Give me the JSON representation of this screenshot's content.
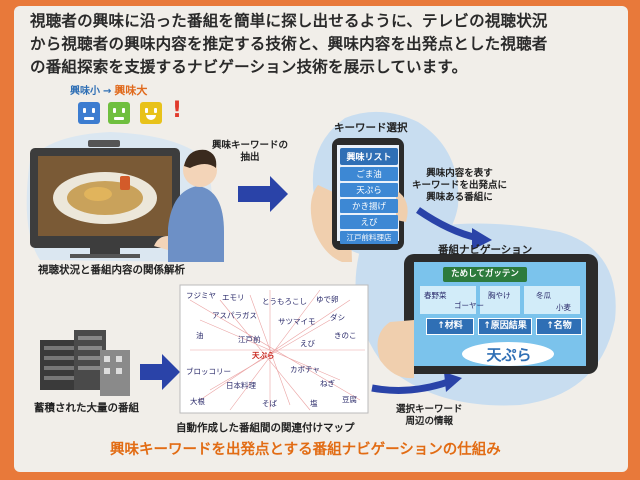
{
  "headline": {
    "line1": "視聴者の興味に沿った番組を簡単に探し出せるように、テレビの視聴状況",
    "line2": "から視聴者の興味内容を推定する技術と、興味内容を出発点とした視聴者",
    "line3": "の番組探索を支援するナビゲーション技術を展示しています。"
  },
  "interest_scale": {
    "low": "興味小",
    "arrow": "→",
    "high": "興味大",
    "exclaim": "!"
  },
  "labels": {
    "extract": "興味キーワードの\n抽出",
    "keyword_select": "キーワード選択",
    "show_keywords": "興味内容を表す\nキーワードを出発点に\n興味ある番組に",
    "program_nav": "番組ナビゲーション",
    "relation_analysis": "視聴状況と番組内容の関係解析",
    "stored_programs": "蓄積された大量の番組",
    "auto_map": "自動作成した番組間の関連付けマップ",
    "selected_kw_info": "選択キーワード\n周辺の情報"
  },
  "interest_list": {
    "header": "興味リスト",
    "items": [
      "ごま油",
      "天ぷら",
      "かき揚げ",
      "えび",
      "江戸前料理店"
    ]
  },
  "nav_screen": {
    "top_bar": "ためしてガッテン",
    "buttons": [
      "↑材料",
      "↑原因結果",
      "↑名物"
    ],
    "center": "天ぷら",
    "words": [
      "春野菜",
      "ゴーヤー",
      "胸やけ",
      "冬瓜",
      "小麦"
    ]
  },
  "map_words": [
    "フジミヤ",
    "エモリ",
    "とうもろこし",
    "ゆで卵",
    "天ぷら",
    "アスパラガス",
    "サツマイモ",
    "ダシ",
    "油",
    "江戸前",
    "えび",
    "きのこ",
    "ブロッコリー",
    "カボチャ",
    "日本料理",
    "ねぎ",
    "大根",
    "そば",
    "塩",
    "豆腐"
  ],
  "caption": "興味キーワードを出発点とする番組ナビゲーションの仕組み",
  "colors": {
    "background": "#e8793a",
    "panel": "#f1eee9",
    "blue": "#2f6fb5",
    "caption": "#e26c14",
    "emoji_blue": "#3c7cd0",
    "emoji_green": "#6fbf3f",
    "emoji_yellow": "#e8c21a"
  }
}
